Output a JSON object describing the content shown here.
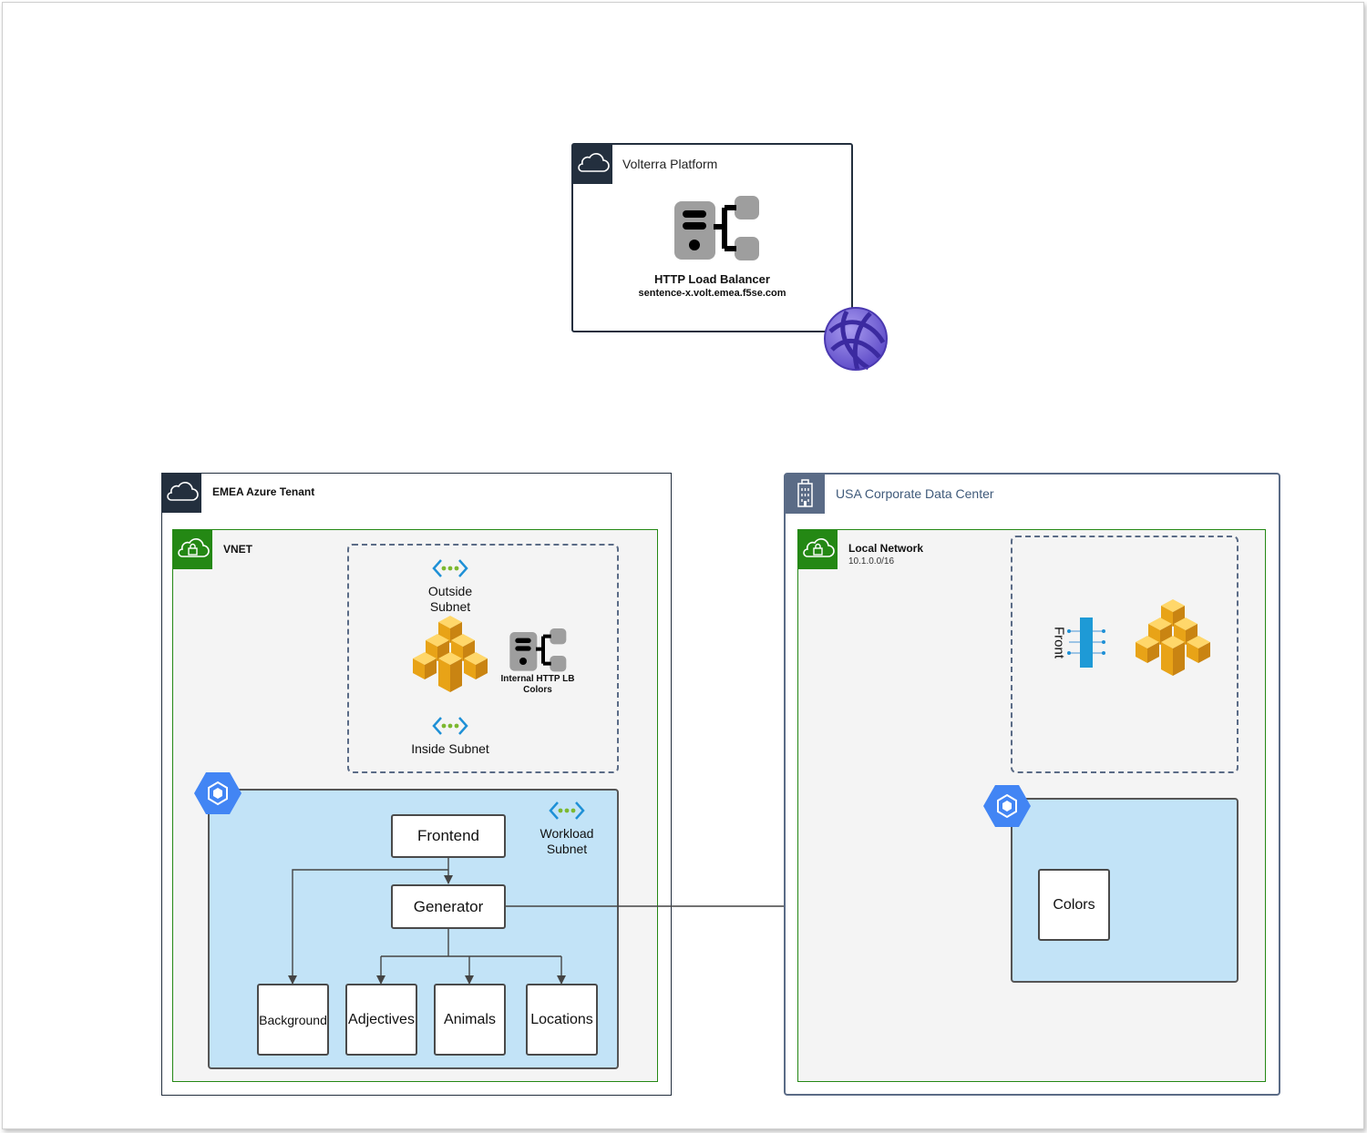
{
  "volterra": {
    "title": "Volterra Platform",
    "service_name": "HTTP Load Balancer",
    "service_domain": "sentence-x.volt.emea.f5se.com"
  },
  "emea": {
    "title": "EMEA Azure Tenant",
    "vnet_label": "VNET",
    "outside_subnet": "Outside\nSubnet",
    "internal_lb": "Internal HTTP LB\nColors",
    "inside_subnet": "Inside Subnet",
    "workload_subnet": "Workload\nSubnet",
    "services": {
      "frontend": "Frontend",
      "generator": "Generator",
      "background": "Background",
      "adjectives": "Adjectives",
      "animals": "Animals",
      "locations": "Locations"
    }
  },
  "usa": {
    "title": "USA Corporate Data Center",
    "network_label": "Local Network",
    "network_cidr": "10.1.0.0/16",
    "front_label": "Front",
    "colors_service": "Colors"
  },
  "colors": {
    "cloud_header": "#232f3e",
    "dc_header": "#5a6b86",
    "vnet_green": "#248814",
    "workload_fill": "#c2e3f7",
    "gke_blue": "#4285f4",
    "globe_purple": "#7b68d8"
  }
}
